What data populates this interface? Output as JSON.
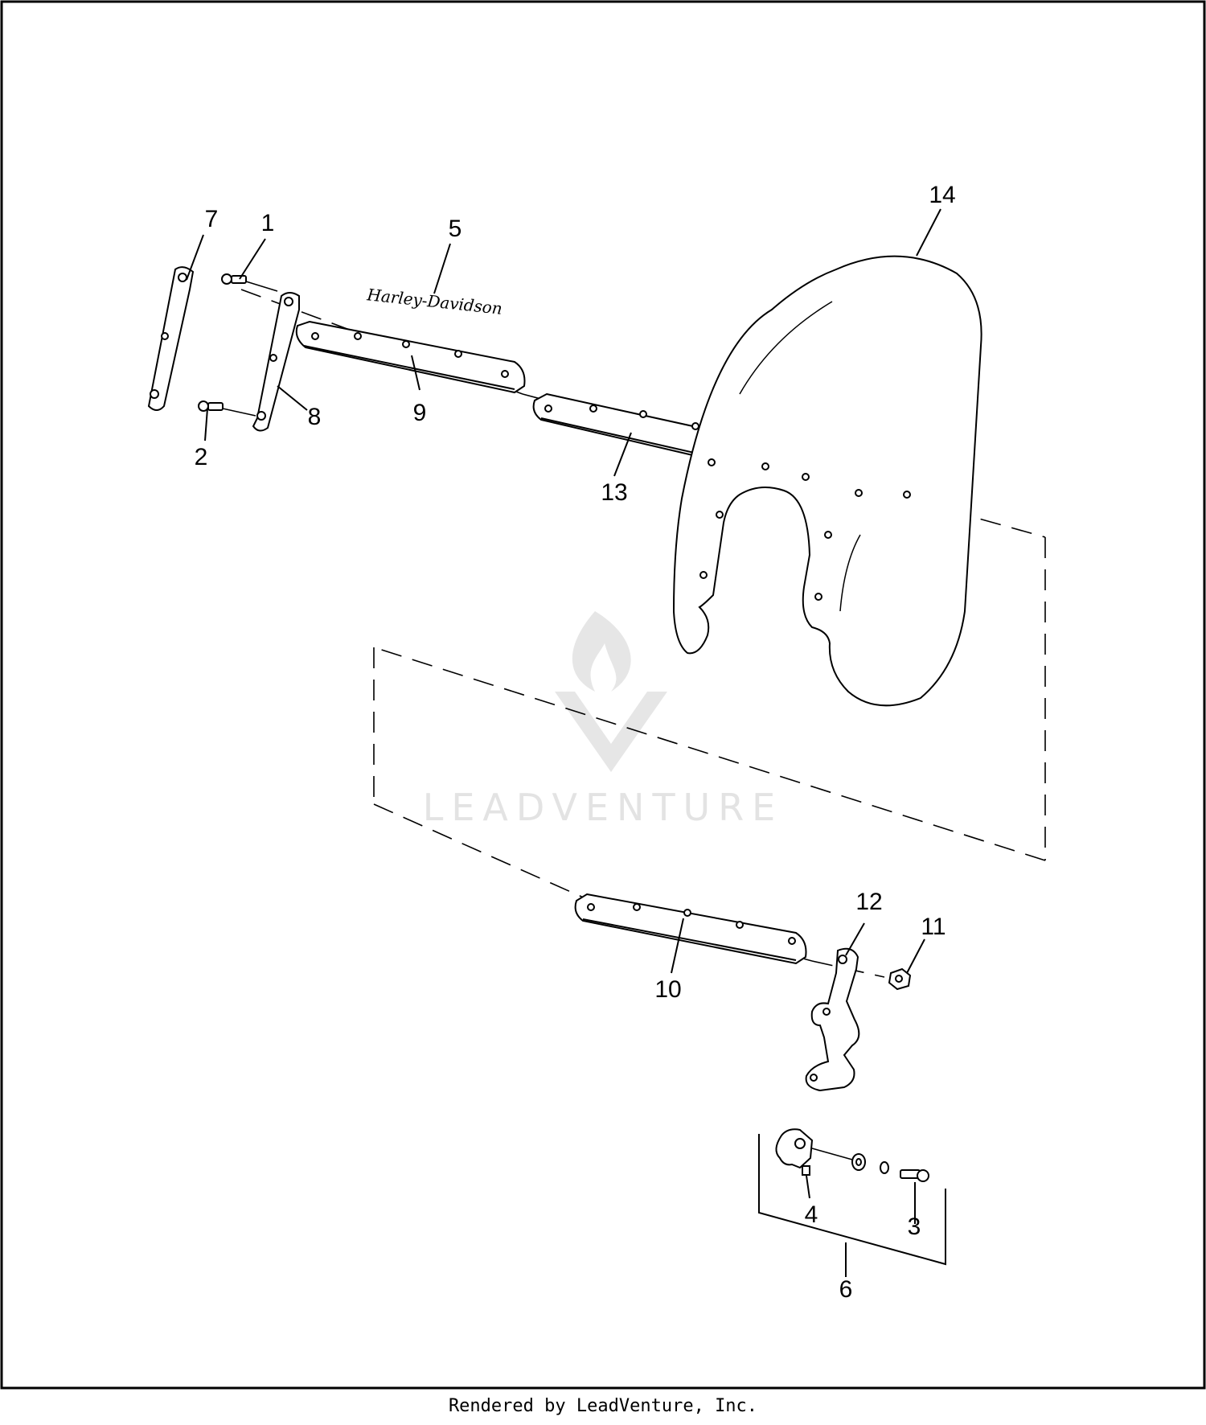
{
  "callouts": [
    {
      "id": "1",
      "text": "1"
    },
    {
      "id": "2",
      "text": "2"
    },
    {
      "id": "3",
      "text": "3"
    },
    {
      "id": "4",
      "text": "4"
    },
    {
      "id": "5",
      "text": "5"
    },
    {
      "id": "6",
      "text": "6"
    },
    {
      "id": "7",
      "text": "7"
    },
    {
      "id": "8",
      "text": "8"
    },
    {
      "id": "9",
      "text": "9"
    },
    {
      "id": "10",
      "text": "10"
    },
    {
      "id": "11",
      "text": "11"
    },
    {
      "id": "12",
      "text": "12"
    },
    {
      "id": "13",
      "text": "13"
    },
    {
      "id": "14",
      "text": "14"
    }
  ],
  "logo_text": "Harley-Davidson",
  "watermark": "LEADVENTURE",
  "footer": "Rendered by LeadVenture, Inc.",
  "colors": {
    "line": "#000000",
    "watermark": "#e3e3e3",
    "background": "#ffffff"
  }
}
